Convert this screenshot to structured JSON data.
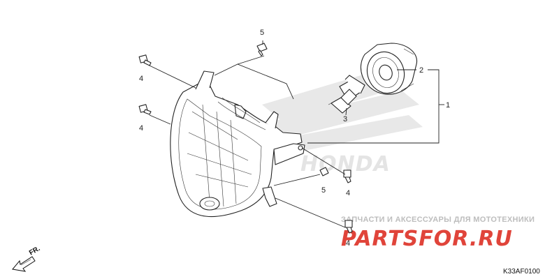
{
  "diagram": {
    "code": "K33AF0100",
    "direction_label": "FR.",
    "callouts": [
      {
        "id": "c1",
        "label": "1"
      },
      {
        "id": "c2",
        "label": "2"
      },
      {
        "id": "c3",
        "label": "3"
      },
      {
        "id": "c4a",
        "label": "4"
      },
      {
        "id": "c4b",
        "label": "4"
      },
      {
        "id": "c4c",
        "label": "4"
      },
      {
        "id": "c4d",
        "label": "4"
      },
      {
        "id": "c5a",
        "label": "5"
      },
      {
        "id": "c5b",
        "label": "5"
      }
    ]
  },
  "watermark": {
    "brand": "HONDA",
    "shop_text": "ЗАПЧАСТИ И АКСЕССУАРЫ ДЛЯ МОТОТЕХНИКИ",
    "shop_logo": "PARTSFOR.RU",
    "colors": {
      "brand": "#cfcfcf",
      "shop_text": "#bdbdbd",
      "shop_logo": "#e0443a"
    }
  }
}
